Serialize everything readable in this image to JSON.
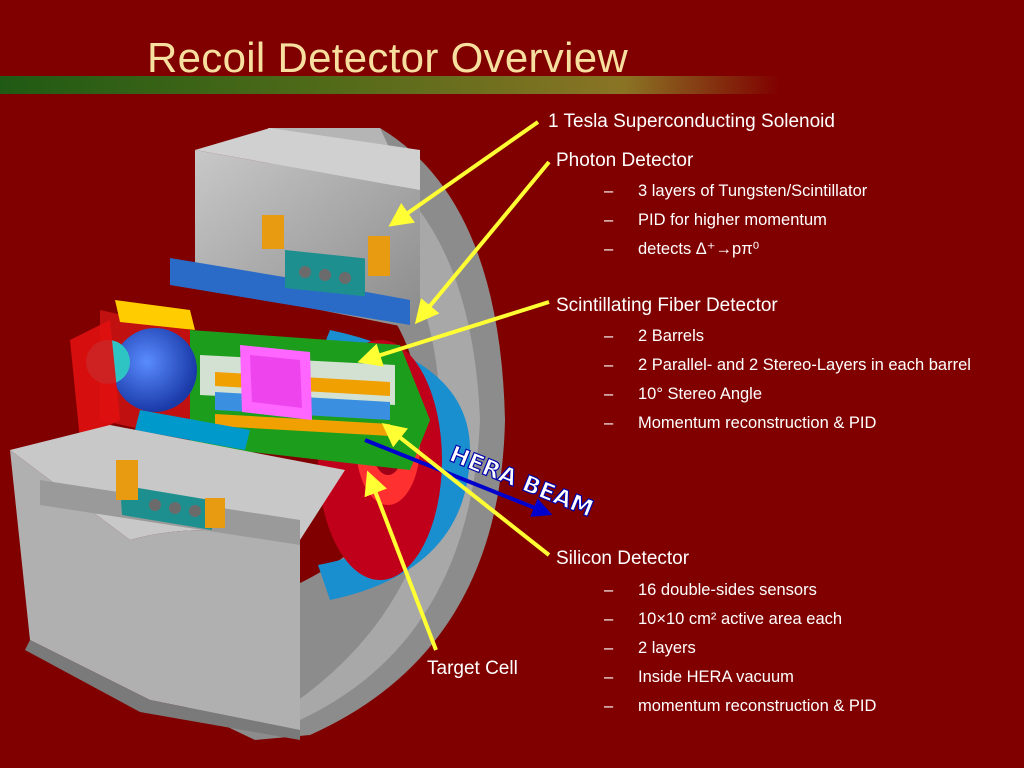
{
  "slide": {
    "title": "Recoil Detector Overview",
    "labels": {
      "solenoid": "1 Tesla Superconducting Solenoid",
      "photon": "Photon Detector",
      "fiber": "Scintillating Fiber Detector",
      "silicon": "Silicon Detector",
      "target": "Target Cell"
    },
    "beam_label": "HERA BEAM",
    "photon_bullets": [
      "3 layers of Tungsten/Scintillator",
      "PID for higher momentum",
      "detects Δ⁺→pπ⁰"
    ],
    "fiber_bullets": [
      "2 Barrels",
      "2 Parallel- and 2 Stereo-Layers in each barrel",
      "10° Stereo Angle",
      "Momentum reconstruction & PID"
    ],
    "silicon_bullets": [
      "16 double-sides sensors",
      "10×10 cm² active area each",
      "2 layers",
      "Inside HERA vacuum",
      "momentum reconstruction & PID"
    ]
  },
  "colors": {
    "background": "#800000",
    "title": "#f7dfa0",
    "pointer_arrows": "#ffff33",
    "beam_arrow": "#0000cc"
  }
}
